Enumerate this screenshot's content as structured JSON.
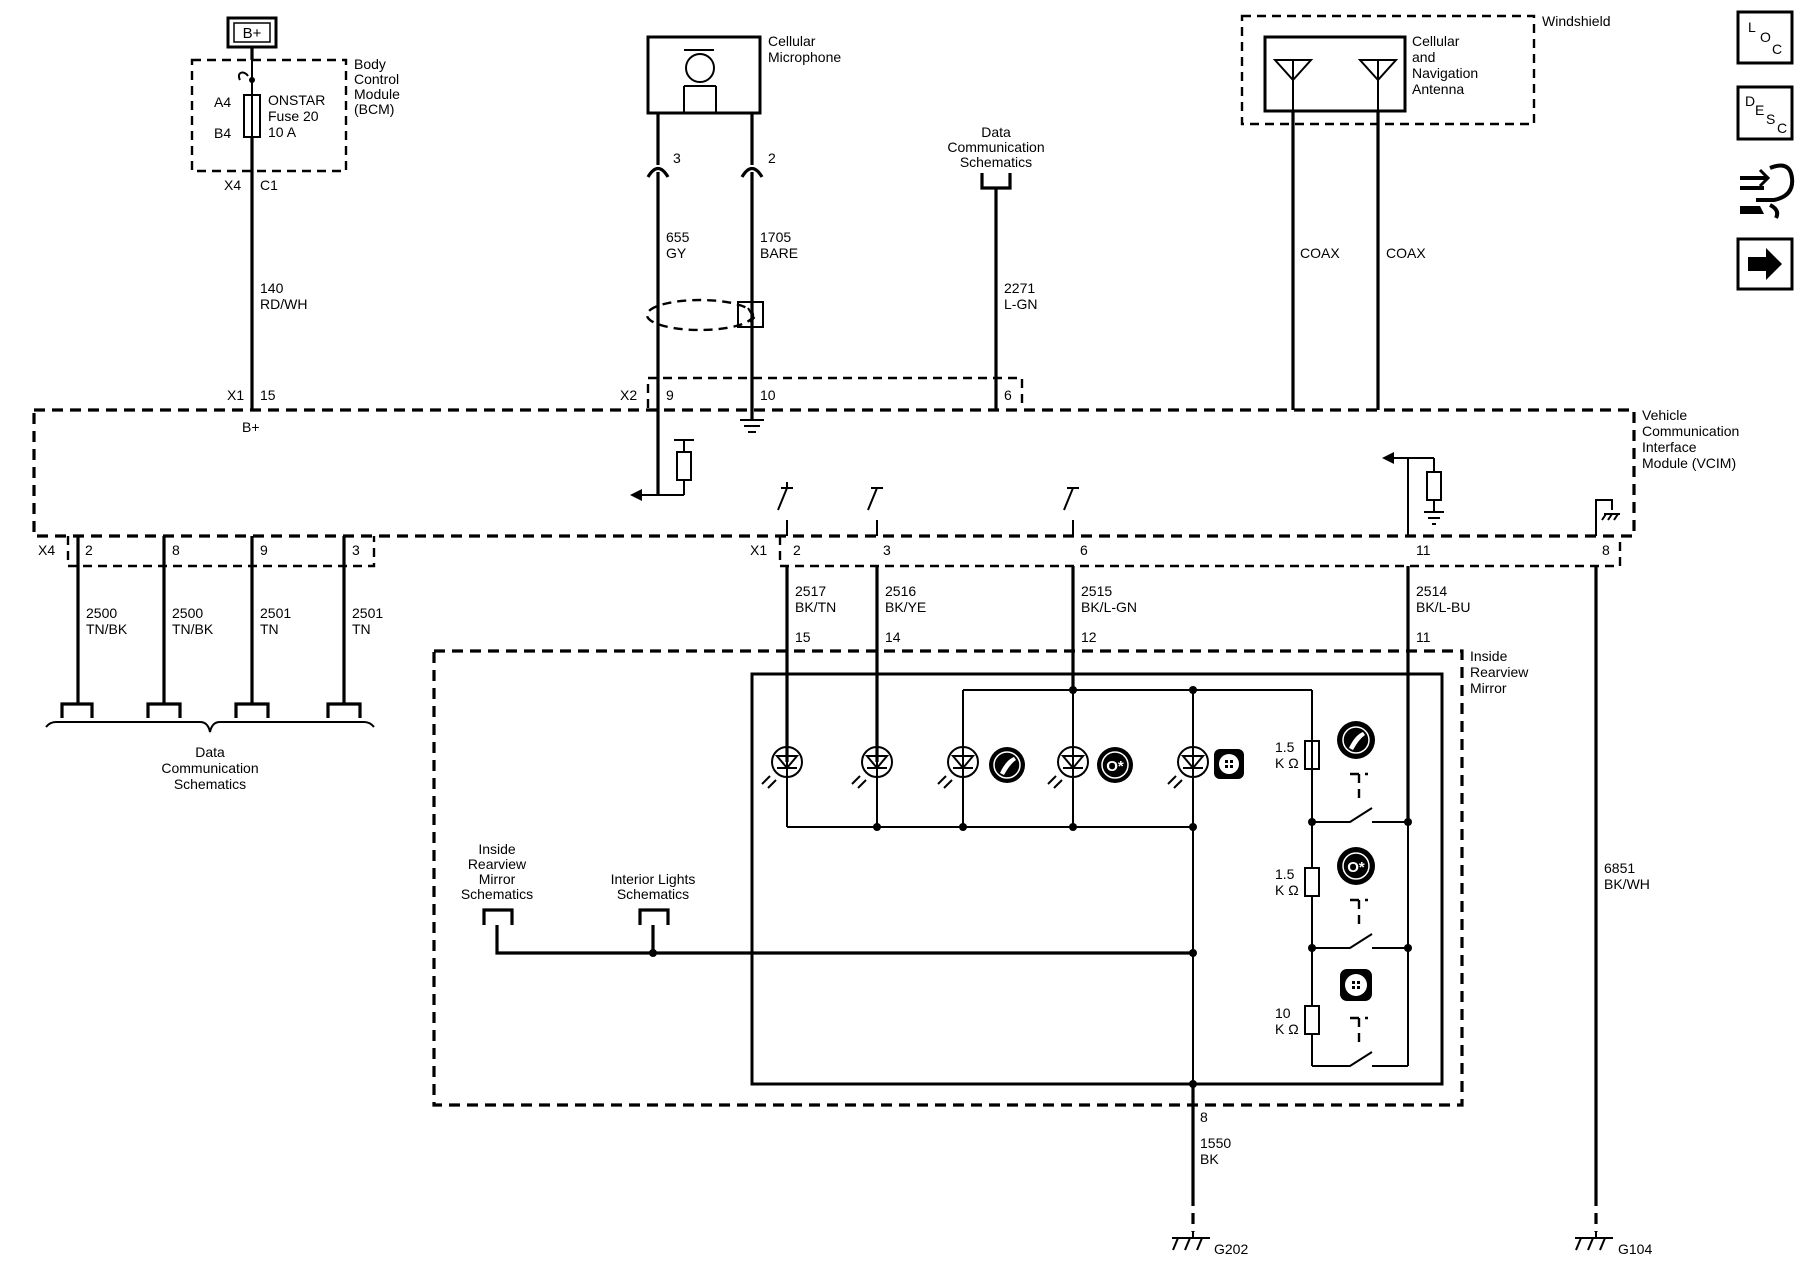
{
  "power": {
    "label": "B+"
  },
  "bcm": {
    "title": [
      "Body",
      "Control",
      "Module",
      "(BCM)"
    ],
    "pin_a": "A4",
    "pin_b": "B4",
    "fuse": [
      "ONSTAR",
      "Fuse 20",
      "10 A"
    ],
    "conn": "X4",
    "conn_pin": "C1"
  },
  "wire_140": {
    "circuit": "140",
    "color": "RD/WH"
  },
  "microphone": {
    "title": [
      "Cellular",
      "Microphone"
    ],
    "pin_3": "3",
    "pin_2": "2",
    "wire_655": [
      "655",
      "GY"
    ],
    "wire_1705": [
      "1705",
      "BARE"
    ]
  },
  "data_comm_top": {
    "title": [
      "Data",
      "Communication",
      "Schematics"
    ],
    "wire": [
      "2271",
      "L-GN"
    ]
  },
  "antenna": {
    "region": "Windshield",
    "title": [
      "Cellular",
      "and",
      "Navigation",
      "Antenna"
    ],
    "coax_left": "COAX",
    "coax_right": "COAX"
  },
  "vcim": {
    "title": [
      "Vehicle",
      "Communication",
      "Interface",
      "Module (VCIM)"
    ],
    "x1_top": "X1",
    "x1_top_pin": "15",
    "bplus": "B+",
    "x2": "X2",
    "x2_pin9": "9",
    "x2_pin10": "10",
    "x2_pin6": "6",
    "x4_bottom": "X4",
    "x4_pins": [
      "2",
      "8",
      "9",
      "3"
    ],
    "x1_bottom": "X1",
    "x1_pins": [
      "2",
      "3",
      "6",
      "11",
      "8"
    ]
  },
  "data_wires": [
    {
      "circuit": "2500",
      "color": "TN/BK"
    },
    {
      "circuit": "2500",
      "color": "TN/BK"
    },
    {
      "circuit": "2501",
      "color": "TN"
    },
    {
      "circuit": "2501",
      "color": "TN"
    }
  ],
  "data_comm_bottom": {
    "title": [
      "Data",
      "Communication",
      "Schematics"
    ]
  },
  "mirror_wires": [
    {
      "circuit": "2517",
      "color": "BK/TN",
      "pin": "15"
    },
    {
      "circuit": "2516",
      "color": "BK/YE",
      "pin": "14"
    },
    {
      "circuit": "2515",
      "color": "BK/L-GN",
      "pin": "12"
    },
    {
      "circuit": "2514",
      "color": "BK/L-BU",
      "pin": "11"
    }
  ],
  "mirror": {
    "title": [
      "Inside",
      "Rearview",
      "Mirror"
    ],
    "r1": [
      "1.5",
      "K Ω"
    ],
    "r2": [
      "1.5",
      "K Ω"
    ],
    "r3": [
      "10",
      "K Ω"
    ],
    "link_mirror": [
      "Inside",
      "Rearview",
      "Mirror",
      "Schematics"
    ],
    "link_lights": [
      "Interior Lights",
      "Schematics"
    ]
  },
  "ground_wire": {
    "pin": "8",
    "circuit": "1550",
    "color": "BK",
    "ground": "G202"
  },
  "ground_wire_2": {
    "circuit": "6851",
    "color": "BK/WH",
    "ground": "G104"
  },
  "nav_icons": {
    "loc": [
      "L",
      "O",
      "C"
    ],
    "desc": [
      "D",
      "E",
      "S",
      "C"
    ],
    "tools": "connector-tools-icon",
    "next": "arrow-right-icon"
  }
}
